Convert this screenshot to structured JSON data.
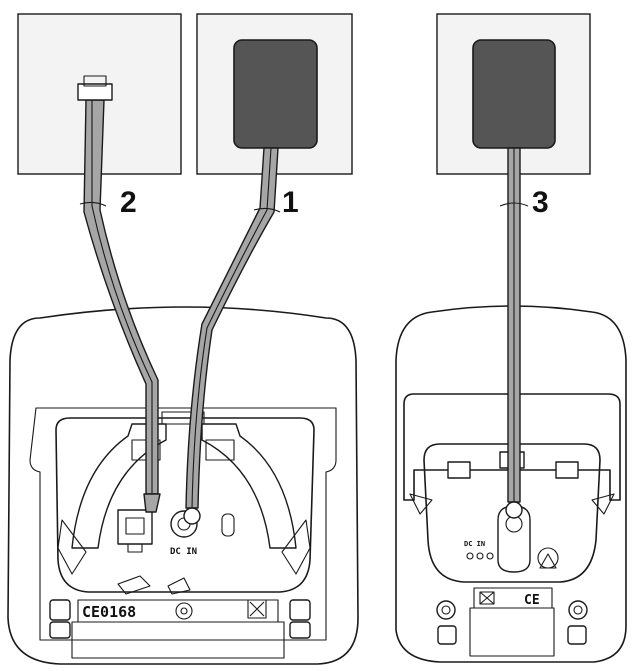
{
  "step_labels": [
    "2",
    "1",
    "3"
  ],
  "left_base_markings": {
    "certification": "CE0168",
    "dc_label": "DC IN"
  },
  "right_base_markings": {
    "certification": "CE",
    "dc_label": "DC IN"
  },
  "colors": {
    "outline": "#1a1a1a",
    "wall_panel_fill": "#f3f3f3",
    "adapter_fill": "#555555",
    "cable_fill": "#a6a6a6",
    "background": "#ffffff"
  },
  "icons": [
    "telephone-wall-socket-icon",
    "power-adapter-icon",
    "phone-line-plug-icon",
    "dc-power-plug-icon",
    "recycle-bin-crossed-icon"
  ]
}
